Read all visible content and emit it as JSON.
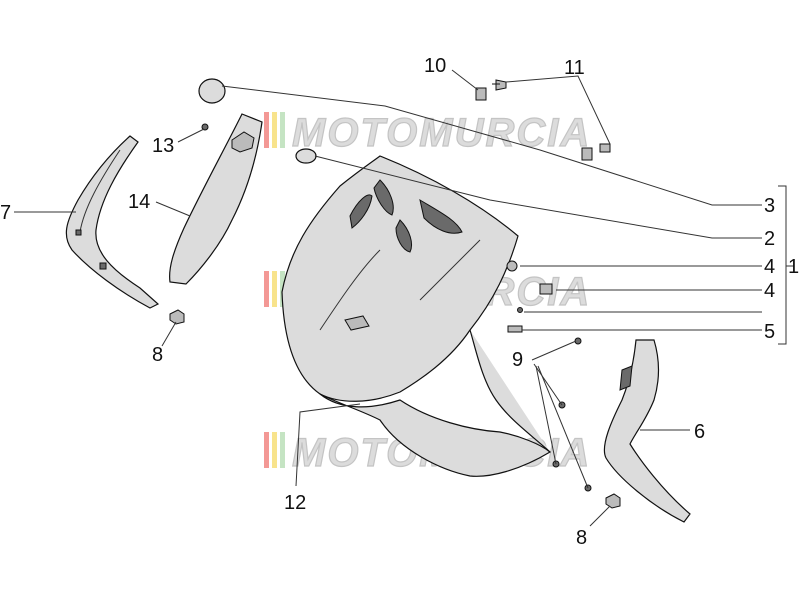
{
  "watermark": {
    "text": "MOTOMURCIA",
    "stripe_colors": [
      "#e8322c",
      "#f4d03f",
      "#9fd29b"
    ]
  },
  "labels": {
    "l1": "1",
    "l2": "2",
    "l3": "3",
    "l4a": "4",
    "l4b": "4",
    "l5": "5",
    "l6": "6",
    "l7": "7",
    "l8a": "8",
    "l8b": "8",
    "l9": "9",
    "l10": "10",
    "l11": "11",
    "l12": "12",
    "l13": "13",
    "l14": "14"
  }
}
